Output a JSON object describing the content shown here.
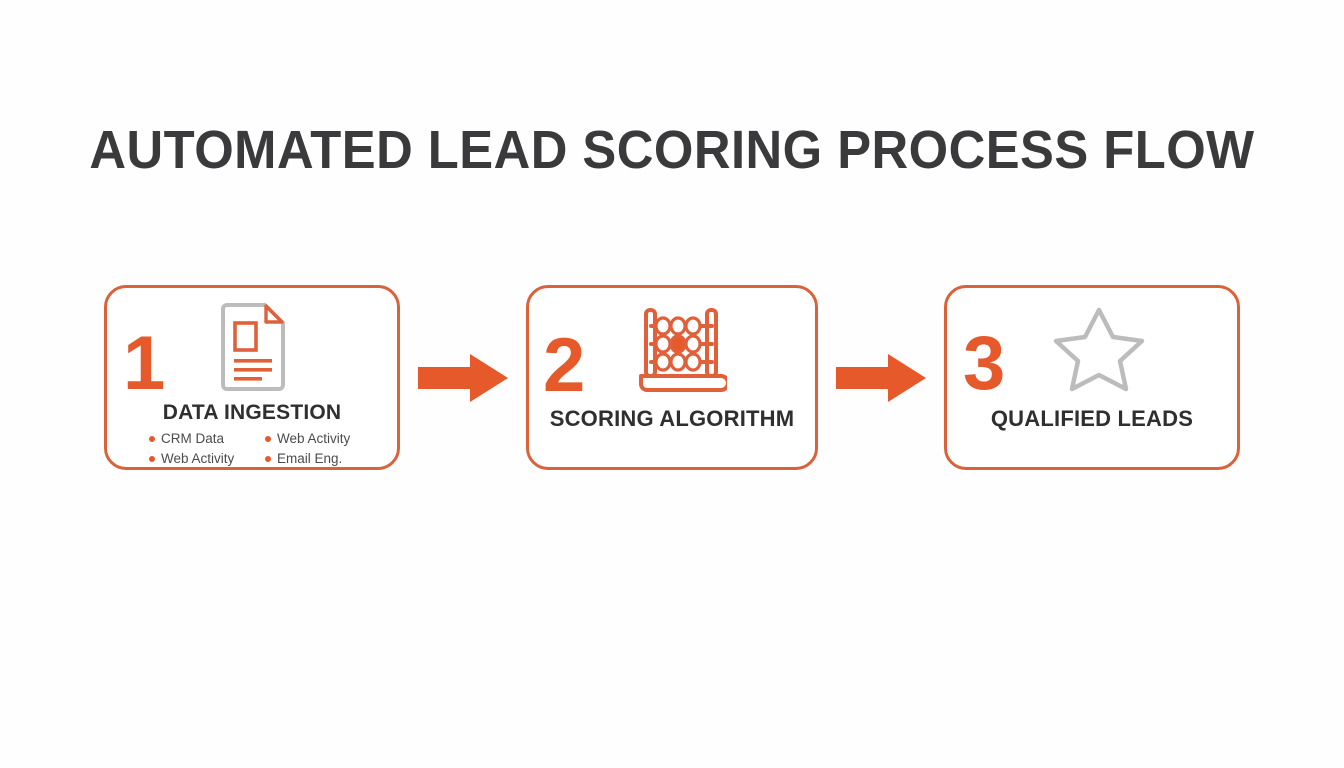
{
  "page": {
    "title": "AUTOMATED LEAD SCORING PROCESS FLOW",
    "background_color": "#fefeff",
    "title_color": "#3a3a3c"
  },
  "theme": {
    "accent_orange": "#e5592b",
    "border_orange": "#d9623a",
    "icon_gray": "#bcbcbc",
    "text_dark": "#2f2f31",
    "text_body": "#4b4b4d"
  },
  "flow": {
    "steps": [
      {
        "number": "1",
        "label": "DATA INGESTION",
        "icon": "document-icon",
        "bullets": [
          "CRM Data",
          "Web Activity",
          "Web Activity",
          "Email Eng."
        ]
      },
      {
        "number": "2",
        "label": "SCORING ALGORITHM",
        "icon": "abacus-icon",
        "bullets": []
      },
      {
        "number": "3",
        "label": "QUALIFIED LEADS",
        "icon": "star-icon",
        "bullets": []
      }
    ],
    "connectors": [
      {
        "icon": "arrow-right-icon",
        "color": "#e5592b"
      },
      {
        "icon": "arrow-right-icon",
        "color": "#e5592b"
      }
    ]
  }
}
